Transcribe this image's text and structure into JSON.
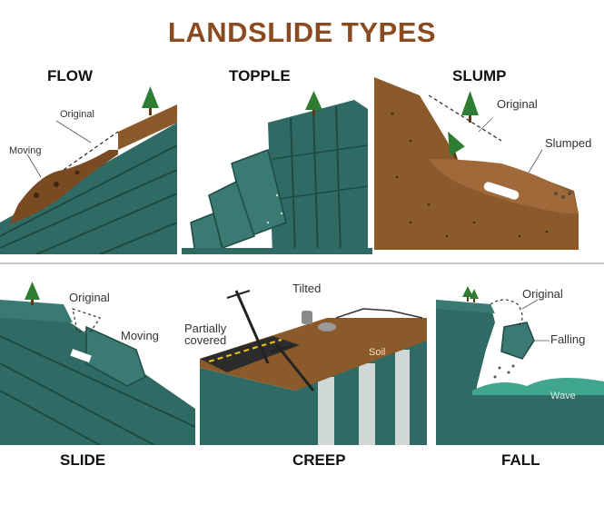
{
  "title": "LANDSLIDE TYPES",
  "colors": {
    "title": "#8a4b20",
    "rock_teal": "#2f6b64",
    "rock_dark": "#1d4a45",
    "soil_brown": "#8b5a2b",
    "tree_green": "#2e7d32"
  },
  "panels": {
    "flow": {
      "label": "FLOW",
      "annotations": {
        "original": "Original",
        "moving": "Moving"
      }
    },
    "topple": {
      "label": "TOPPLE"
    },
    "slump": {
      "label": "SLUMP",
      "annotations": {
        "original": "Original",
        "slumped": "Slumped"
      }
    },
    "slide": {
      "label": "SLIDE",
      "annotations": {
        "original": "Original",
        "moving": "Moving"
      }
    },
    "creep": {
      "label": "CREEP",
      "annotations": {
        "tilted": "Tilted",
        "partially_covered_1": "Partially",
        "partially_covered_2": "covered",
        "soil": "Soil"
      }
    },
    "fall": {
      "label": "FALL",
      "annotations": {
        "original": "Original",
        "falling": "Falling",
        "wave": "Wave"
      }
    }
  }
}
